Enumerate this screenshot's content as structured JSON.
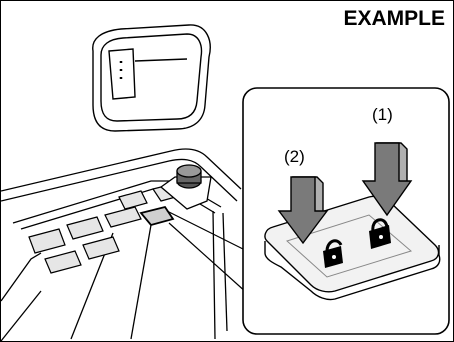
{
  "diagram": {
    "title": "EXAMPLE",
    "callouts": [
      {
        "label": "(1)"
      },
      {
        "label": "(2)"
      }
    ]
  },
  "colors": {
    "line": "#000000",
    "background": "#ffffff",
    "panel_fill": "#f2f2f2",
    "arrow_fill": "#7a7a7a",
    "shadow": "#b0b0b0"
  }
}
